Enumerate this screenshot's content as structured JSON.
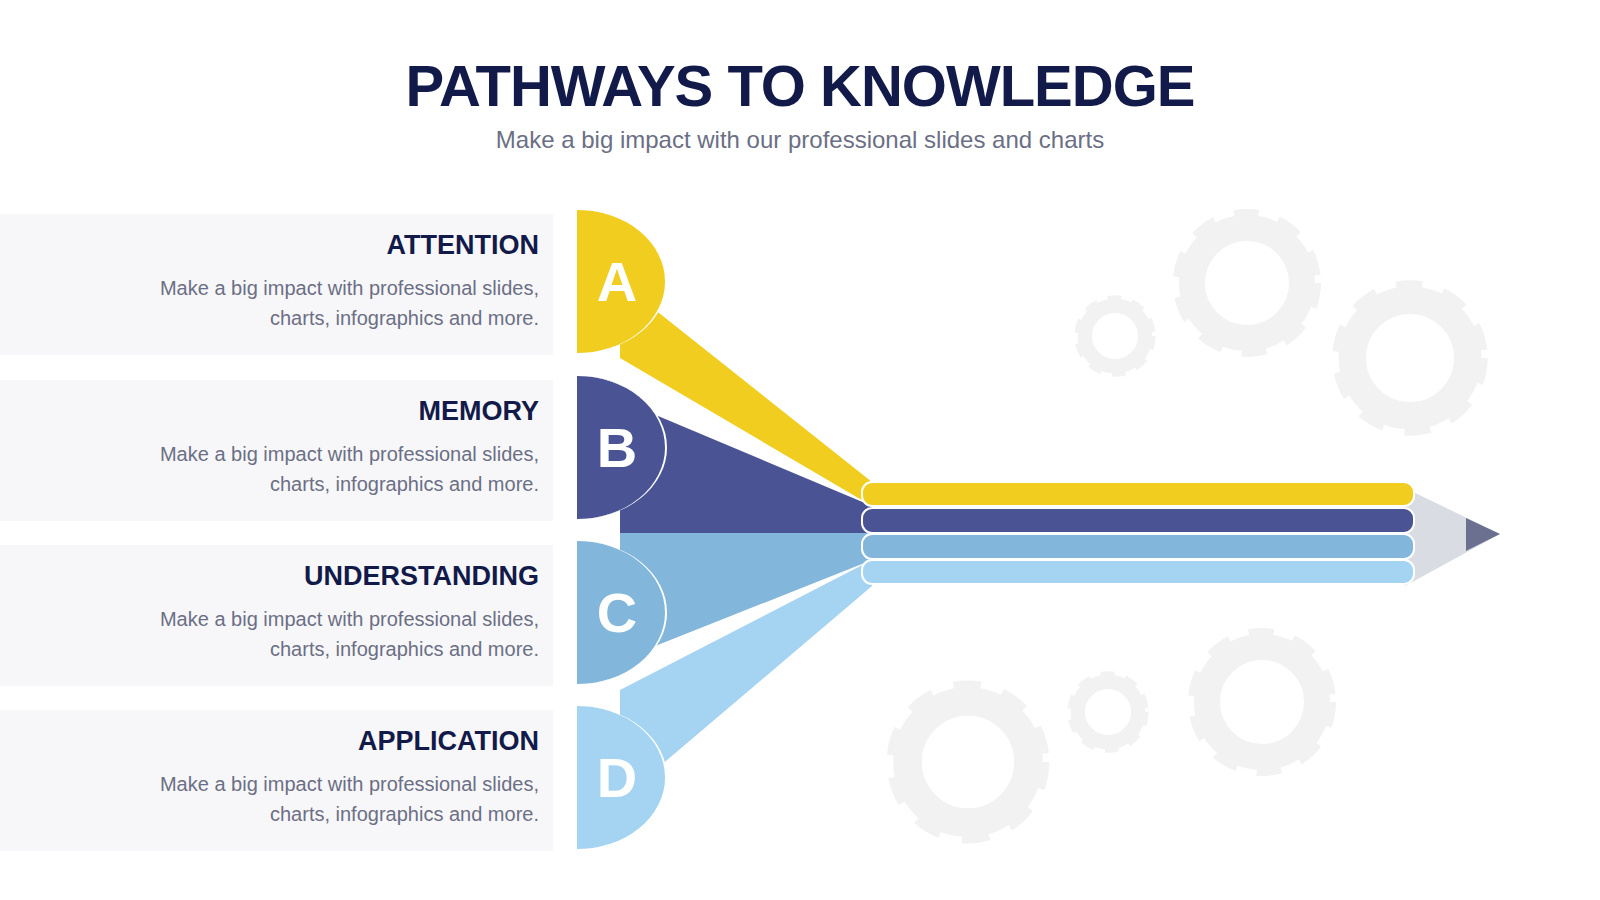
{
  "diagram": {
    "title": "PATHWAYS TO KNOWLEDGE",
    "nodes": [
      {
        "text": [
          "ATTENTION",
          "Make a big impact with professional slides, charts, infographics and more."
        ]
      },
      {
        "text": [
          "A"
        ]
      },
      {
        "text": [
          "MEMORY",
          "Make a big impact with professional slides, charts, infographics and more."
        ]
      },
      {
        "text": [
          "B"
        ]
      },
      {
        "text": [
          "UNDERSTANDING",
          "Make a big impact with professional slides, charts, infographics and more."
        ]
      },
      {
        "text": [
          "C"
        ]
      },
      {
        "text": [
          "APPLICATION",
          "Make a big impact with professional slides, charts, infographics and more."
        ]
      },
      {
        "text": [
          "D"
        ]
      }
    ],
    "labels": [
      "Make a big impact with our professional slides and charts"
    ]
  }
}
